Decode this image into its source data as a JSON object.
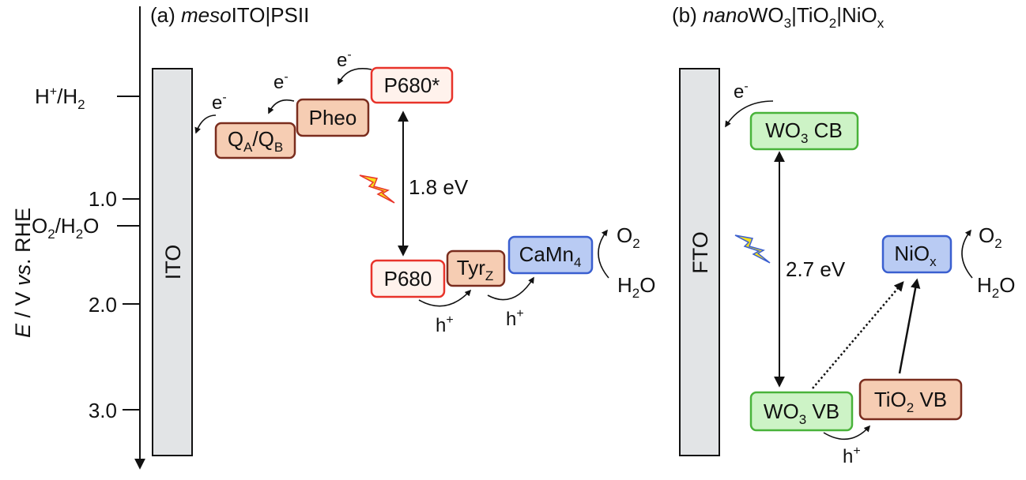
{
  "panel_a": {
    "title_prefix": "(a) ",
    "title_italic": "meso",
    "title_rest": "ITO|PSII",
    "electrode": "ITO",
    "p680_star": "P680*",
    "pheo": "Pheo",
    "qa": "Q",
    "qa_sub": "A",
    "qa_sep": "/Q",
    "qb_sub": "B",
    "p680": "P680",
    "tyr": "Tyr",
    "tyr_sub": "Z",
    "camn": "CaMn",
    "camn_sub": "4",
    "gap": "1.8 eV",
    "electron": "e",
    "electron_sup": "-",
    "hole": "h",
    "hole_sup": "+",
    "o2": "O",
    "o2_sub": "2",
    "h2o_h": "H",
    "h2o_sub": "2",
    "h2o_o": "O"
  },
  "panel_b": {
    "title_prefix": "(b) ",
    "title_italic": "nano",
    "title_rest_1": "WO",
    "title_sub_1": "3",
    "title_rest_2": "|TiO",
    "title_sub_2": "2",
    "title_rest_3": "|NiO",
    "title_sub_3": "x",
    "electrode": "FTO",
    "wo3cb_a": "WO",
    "wo3cb_sub": "3",
    "wo3cb_b": " CB",
    "wo3vb_a": "WO",
    "wo3vb_sub": "3",
    "wo3vb_b": " VB",
    "tio2_a": "TiO",
    "tio2_sub": "2",
    "tio2_b": " VB",
    "niox_a": "NiO",
    "niox_sub": "x",
    "gap": "2.7 eV",
    "electron": "e",
    "electron_sup": "-",
    "hole": "h",
    "hole_sup": "+",
    "o2": "O",
    "o2_sub": "2",
    "h2o_h": "H",
    "h2o_sub": "2",
    "h2o_o": "O"
  },
  "axis": {
    "label_italic": "E",
    "label_rest_1": " / V ",
    "label_vs": "vs",
    "label_rest_2": ". RHE",
    "tick_1": "1.0",
    "tick_2": "2.0",
    "tick_3": "3.0",
    "ref_h_a": "H",
    "ref_h_sup": "+",
    "ref_h_b": "/H",
    "ref_h_sub": "2",
    "ref_o_a": "O",
    "ref_o_sub": "2",
    "ref_o_b": "/H",
    "ref_o_sub2": "2",
    "ref_o_c": "O"
  },
  "colors": {
    "red_stroke": "#e8332a",
    "red_fill": "#fff2ec",
    "brown_stroke": "#7a2d1e",
    "brown_fill": "#f6cdb3",
    "blue_stroke": "#3a5fd0",
    "blue_fill": "#b9cbf3",
    "green_stroke": "#49b33a",
    "green_fill": "#cdf3c6",
    "electrode_fill": "#e2e4e6"
  }
}
